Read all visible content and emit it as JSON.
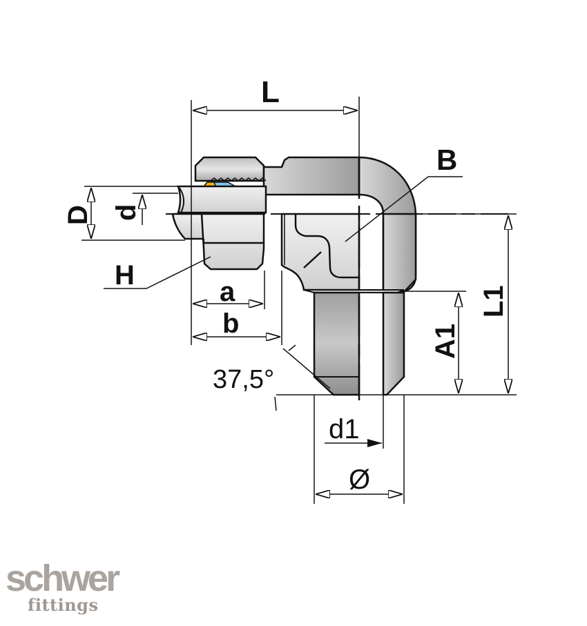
{
  "diagram": {
    "type": "technical-drawing",
    "subject": "90-degree elbow compression fitting with male thread (side section view)",
    "labels": {
      "L": "L",
      "B": "B",
      "D": "D",
      "d": "d",
      "H": "H",
      "a": "a",
      "b": "b",
      "angle": "37,5°",
      "A1": "A1",
      "L1": "L1",
      "d1": "d1",
      "diameter": "Ø"
    },
    "colors": {
      "line": "#111111",
      "body_light": "#e4e4e4",
      "body_dark": "#a8a8a8",
      "ring_front": "#f2b614",
      "ring_back": "#7fc4ec"
    }
  },
  "logo": {
    "brand": "schwer",
    "sub": "fittings"
  }
}
